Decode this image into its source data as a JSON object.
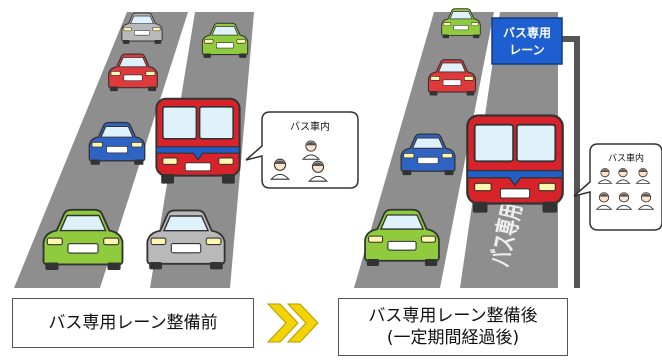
{
  "before": {
    "caption": "バス専用レーン整備前",
    "bubble_label": "バス車内"
  },
  "after": {
    "caption_line1": "バス専用レーン整備後",
    "caption_line2": "(一定期間経過後)",
    "bubble_label": "バス車内",
    "sign_line1": "バス専用",
    "sign_line2": "レーン",
    "road_marking": "バス専用"
  },
  "colors": {
    "road": "#8e8e8e",
    "bus_red": "#d8232a",
    "bus_blue_stripe": "#1f5fc6",
    "sign_blue": "#1d5fd1",
    "car_green": "#8fcb3c",
    "car_red": "#e0393c",
    "car_blue": "#2f63c4",
    "car_gray": "#b9b9b9",
    "arrow_yellow": "#f3d400"
  }
}
